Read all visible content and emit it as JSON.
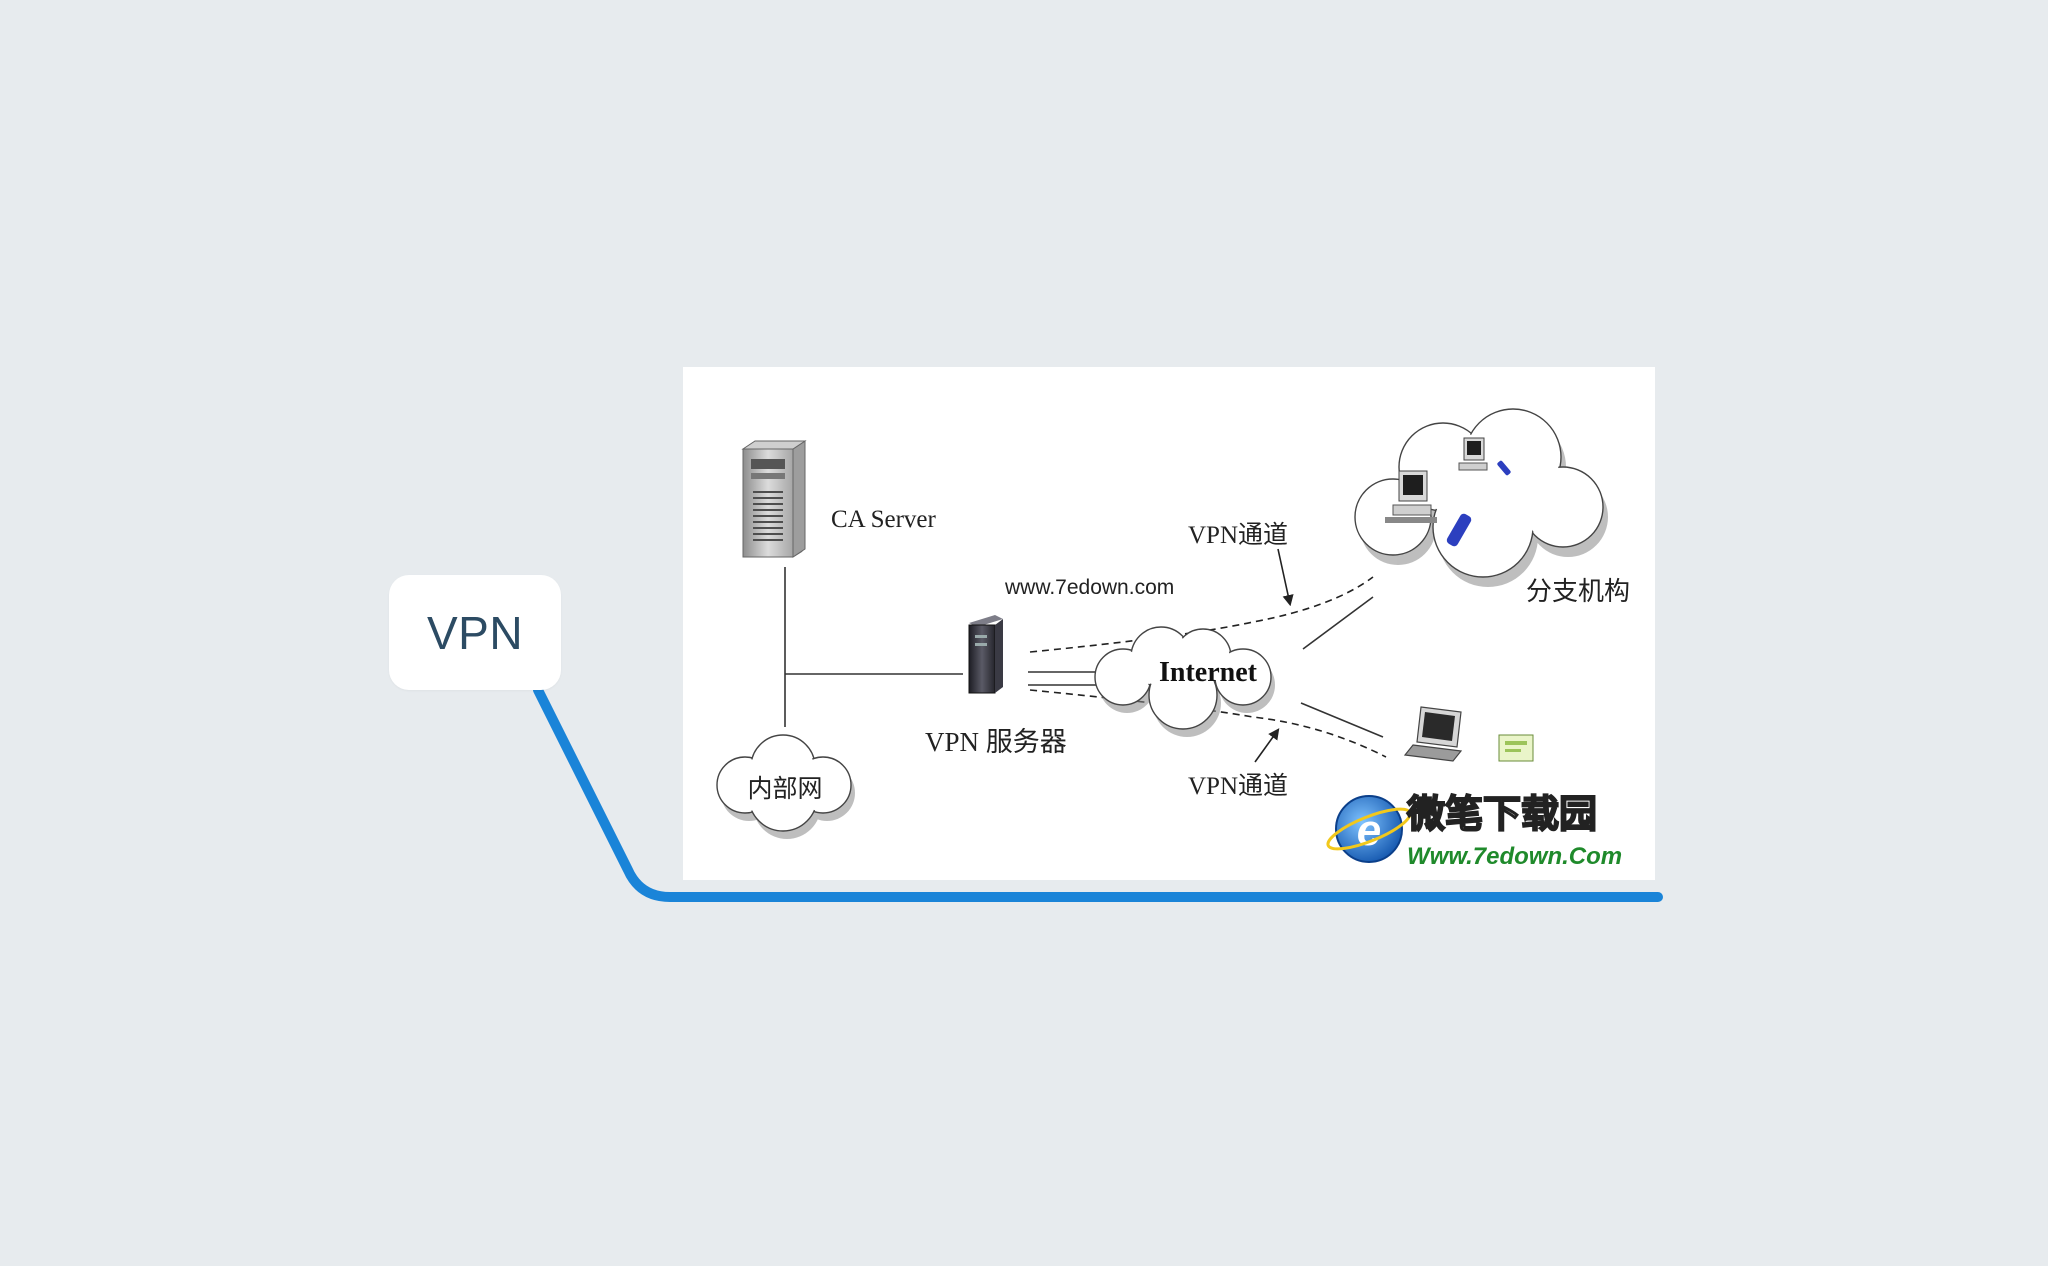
{
  "root": {
    "label": "VPN"
  },
  "diagram": {
    "ca_server": "CA Server",
    "internal_network": "内部网",
    "vpn_server": "VPN 服务器",
    "internet": "Internet",
    "branch_office": "分支机构",
    "vpn_tunnel_top": "VPN通道",
    "vpn_tunnel_bottom": "VPN通道",
    "watermark_url": "www.7edown.com",
    "logo_title": "微笔下载园",
    "logo_url": "Www.7edown.Com"
  },
  "colors": {
    "background": "#e7ebee",
    "connector": "#1a84d8",
    "root_text": "#2c4b63",
    "node_bg": "#ffffff"
  }
}
